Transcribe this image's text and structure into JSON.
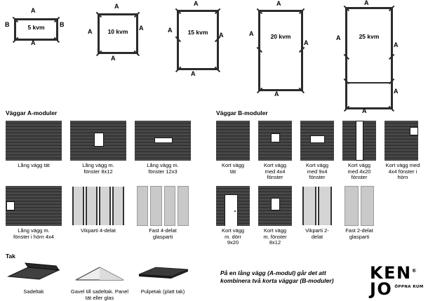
{
  "sizes": [
    {
      "label": "5 kvm",
      "top": "A",
      "bottom": "A",
      "left": "B",
      "right": "B"
    },
    {
      "label": "10 kvm",
      "top": "A",
      "bottom": "A",
      "left": "A",
      "right": "A"
    },
    {
      "label": "15 kvm",
      "top": "A",
      "bottom": "A",
      "left": "A",
      "right": "A"
    },
    {
      "label": "20 kvm",
      "top": "A",
      "bottom": "A",
      "left": "A",
      "right": "A"
    },
    {
      "label": "25 kvm",
      "top": "A",
      "bottom": "A",
      "left": "A",
      "right": "A",
      "right_lower": "A"
    }
  ],
  "a_modules": {
    "title": "Väggar A-moduler",
    "items": [
      {
        "label": "Lång vägg tät",
        "variant": "wall-solid"
      },
      {
        "label": "Lång vägg m. fönster 8x12",
        "variant": "window-8x12"
      },
      {
        "label": "Lång vägg m. fönster 12x3",
        "variant": "window-12x3"
      },
      {
        "label": "Lång vägg m. fönster i hörn 4x4",
        "variant": "window-corner-4x4"
      },
      {
        "label": "Vikparti 4-delat",
        "variant": "folding-4"
      },
      {
        "label": "Fast 4-delat glasparti",
        "variant": "glass-4"
      }
    ]
  },
  "b_modules": {
    "title": "Väggar B-moduler",
    "items": [
      {
        "label": "Kort vägg tät",
        "variant": "wall-solid"
      },
      {
        "label": "Kort vägg med 4x4 fönster",
        "variant": "window-4x4"
      },
      {
        "label": "Kort vägg med 9x4 fönster",
        "variant": "window-9x4"
      },
      {
        "label": "Kort vägg med 4x20 fönster",
        "variant": "window-4x20"
      },
      {
        "label": "Kort vägg med 4x4 fönster i hörn",
        "variant": "window-corner-4x4"
      },
      {
        "label": "Kort vägg m. dörr 9x20",
        "variant": "door-9x20"
      },
      {
        "label": "Kort vägg m. fönster 8x12",
        "variant": "window-8x12"
      },
      {
        "label": "Vikparti 2-delat",
        "variant": "folding-2"
      },
      {
        "label": "Fast 2-delat glasparti",
        "variant": "glass-2"
      }
    ]
  },
  "roof": {
    "title": "Tak",
    "items": [
      {
        "label": "Sadeltak",
        "variant": "gable-roof"
      },
      {
        "label": "Gavel till sadeltak. Panel tät eller glas",
        "variant": "gable-end"
      },
      {
        "label": "Pulpetak (platt tak)",
        "variant": "flat-roof"
      }
    ]
  },
  "note": "På en lång vägg (A-modul) går det att kombinera två korta väggar (B-moduler)",
  "logo": {
    "top": "KEN",
    "bottom": "JO",
    "tagline": "ÖPPNA RUM",
    "reg": "®"
  },
  "colors": {
    "wall": "#3f3f3f",
    "wall_seam": "#2f2f2f",
    "glass": "#c9c9c9",
    "outline": "#2b2b2b",
    "text": "#000000"
  }
}
